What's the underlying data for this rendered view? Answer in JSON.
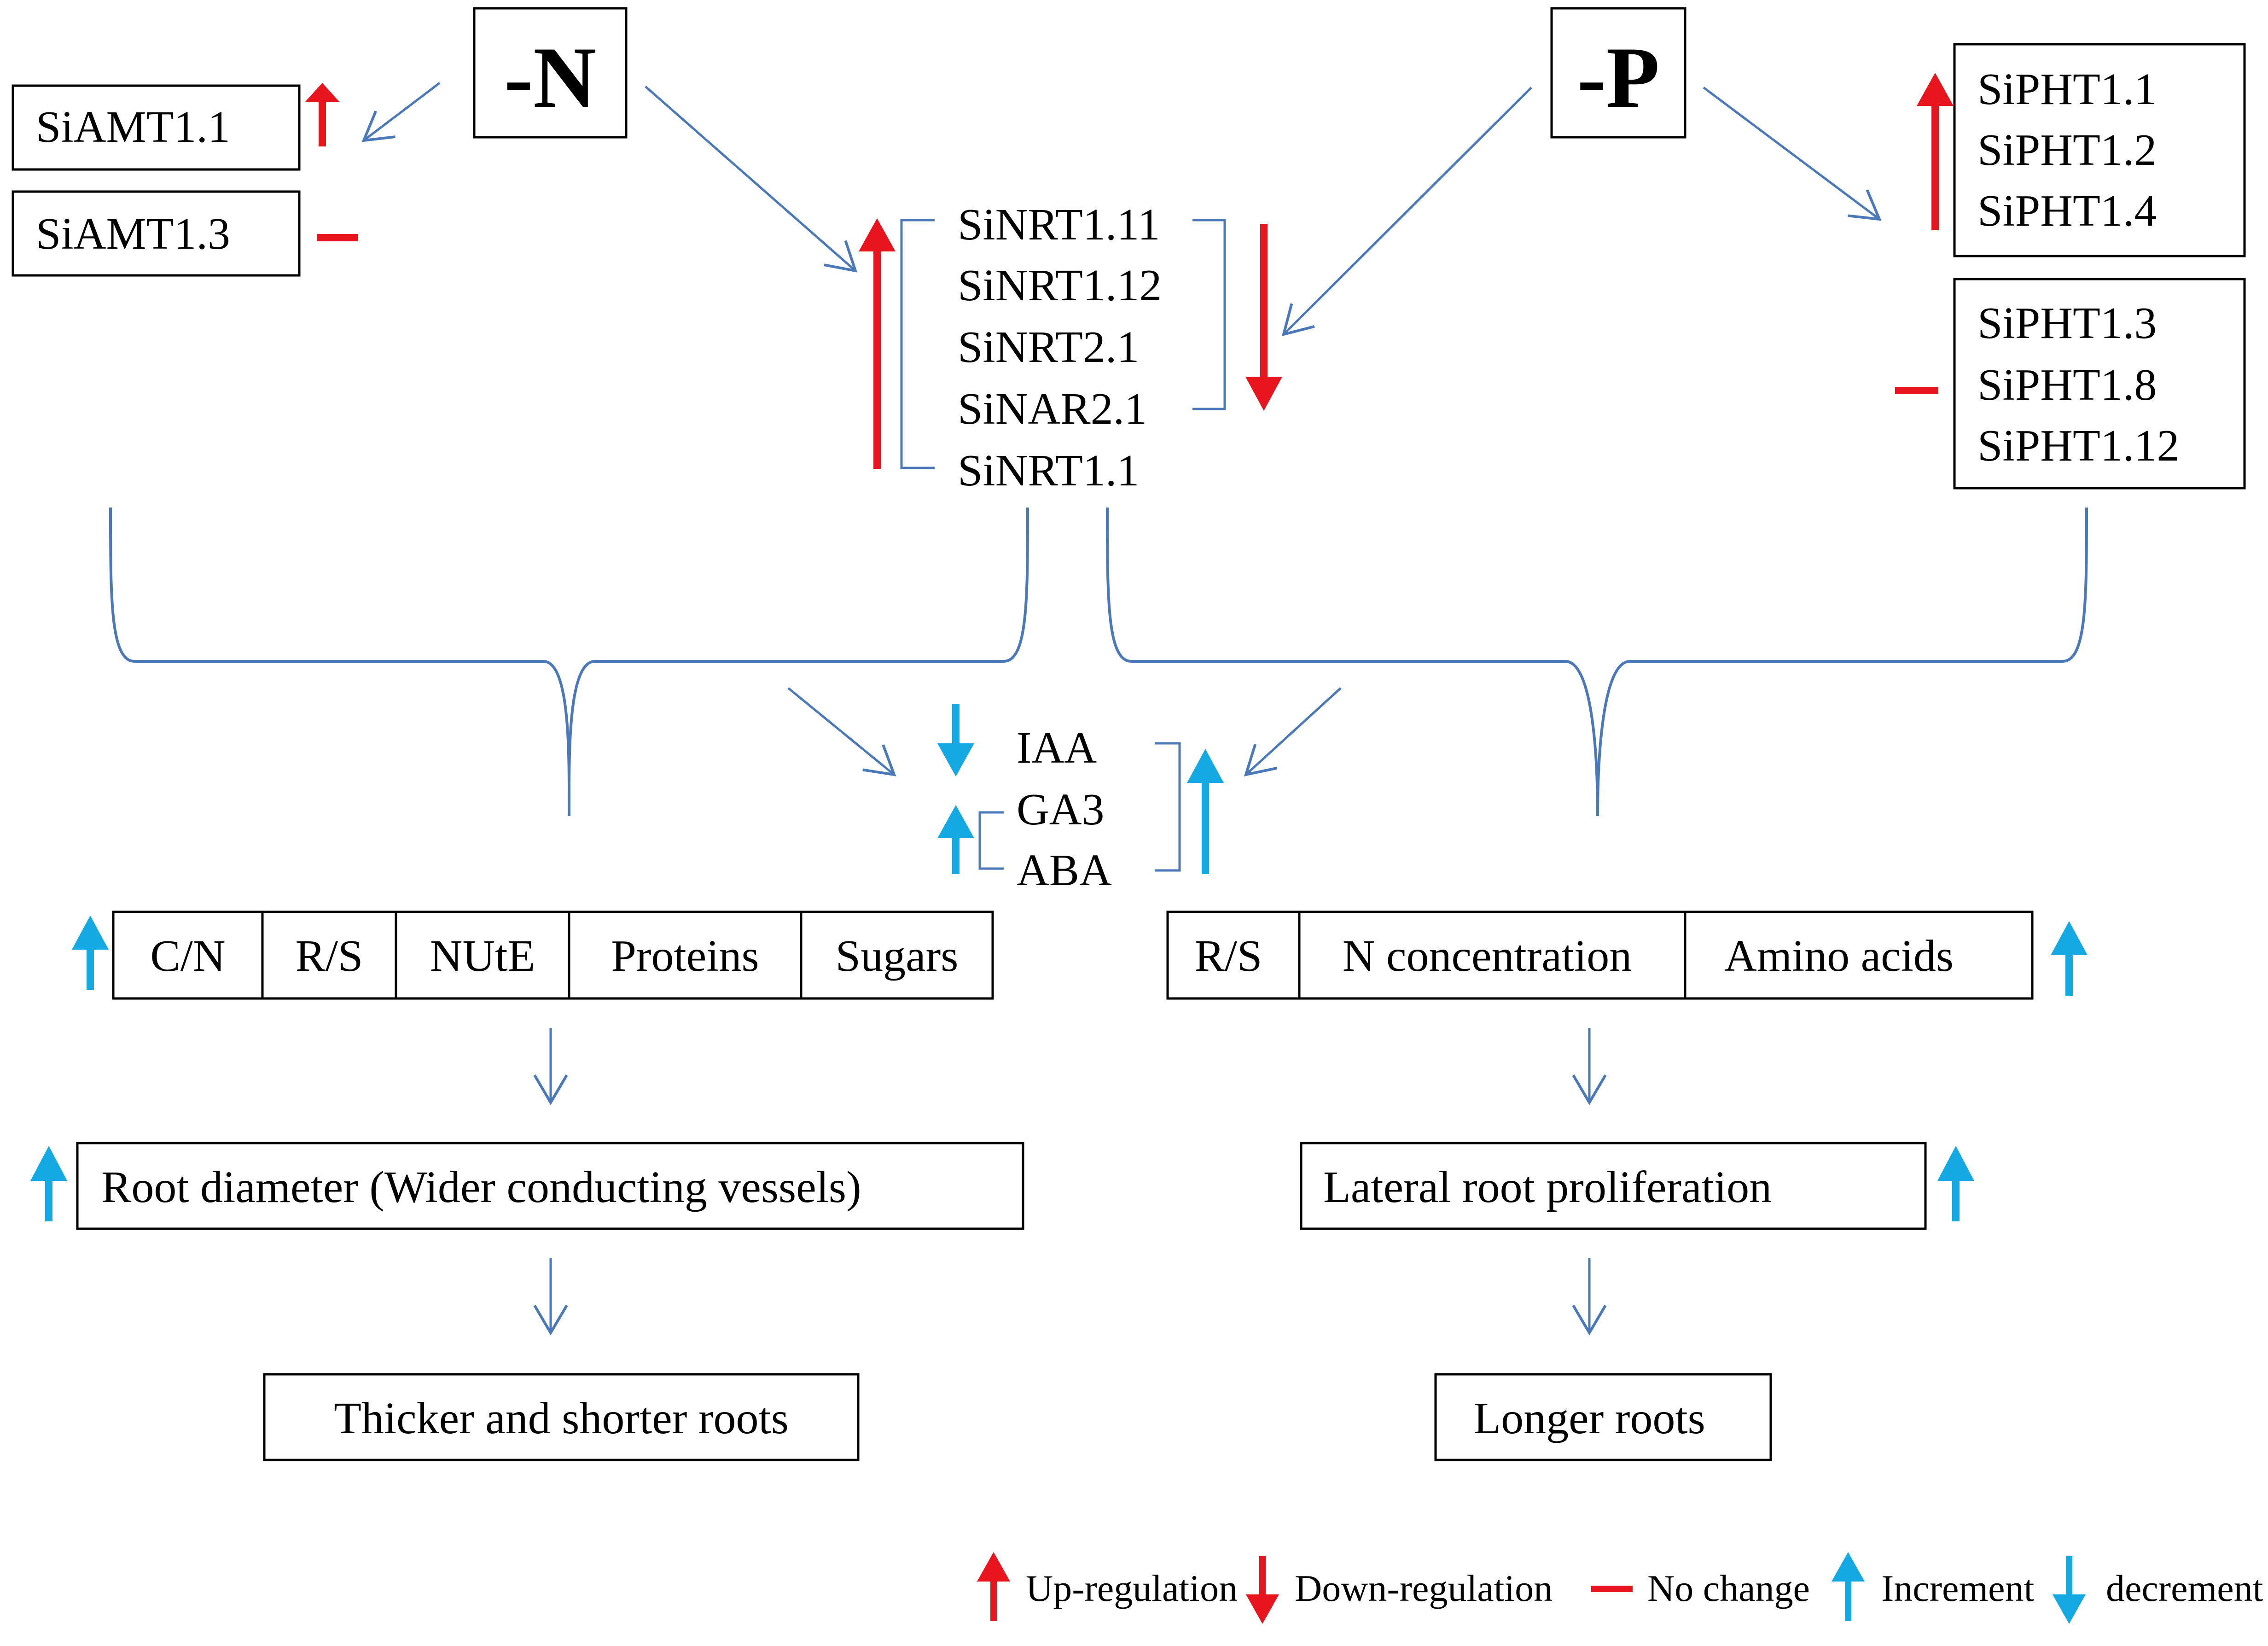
{
  "nodes": {
    "minus_n": "-N",
    "minus_p": "-P",
    "siamt1_1": "SiAMT1.1",
    "siamt1_3": "SiAMT1.3",
    "sinrt": [
      "SiNRT1.11",
      "SiNRT1.12",
      "SiNRT2.1",
      "SiNAR2.1",
      "SiNRT1.1"
    ],
    "sipht_up": [
      "SiPHT1.1",
      "SiPHT1.2",
      "SiPHT1.4"
    ],
    "sipht_nochange": [
      "SiPHT1.3",
      "SiPHT1.8",
      "SiPHT1.12"
    ],
    "hormones": [
      "IAA",
      "GA3",
      "ABA"
    ],
    "left_table": [
      "C/N",
      "R/S",
      "NUtE",
      "Proteins",
      "Sugars"
    ],
    "right_table": [
      "R/S",
      "N concentration",
      "Amino acids"
    ],
    "root_diameter": "Root diameter (Wider conducting vessels)",
    "lateral_root": "Lateral root proliferation",
    "thicker_roots": "Thicker and shorter roots",
    "longer_roots": "Longer roots"
  },
  "legend": {
    "up_regulation": "Up-regulation",
    "down_regulation": "Down-regulation",
    "no_change": "No change",
    "increment": "Increment",
    "decrement": "decrement"
  },
  "colors": {
    "red": "#e8141e",
    "cyan": "#14a9e2",
    "flow": "#4a78b8",
    "black": "#000000"
  }
}
